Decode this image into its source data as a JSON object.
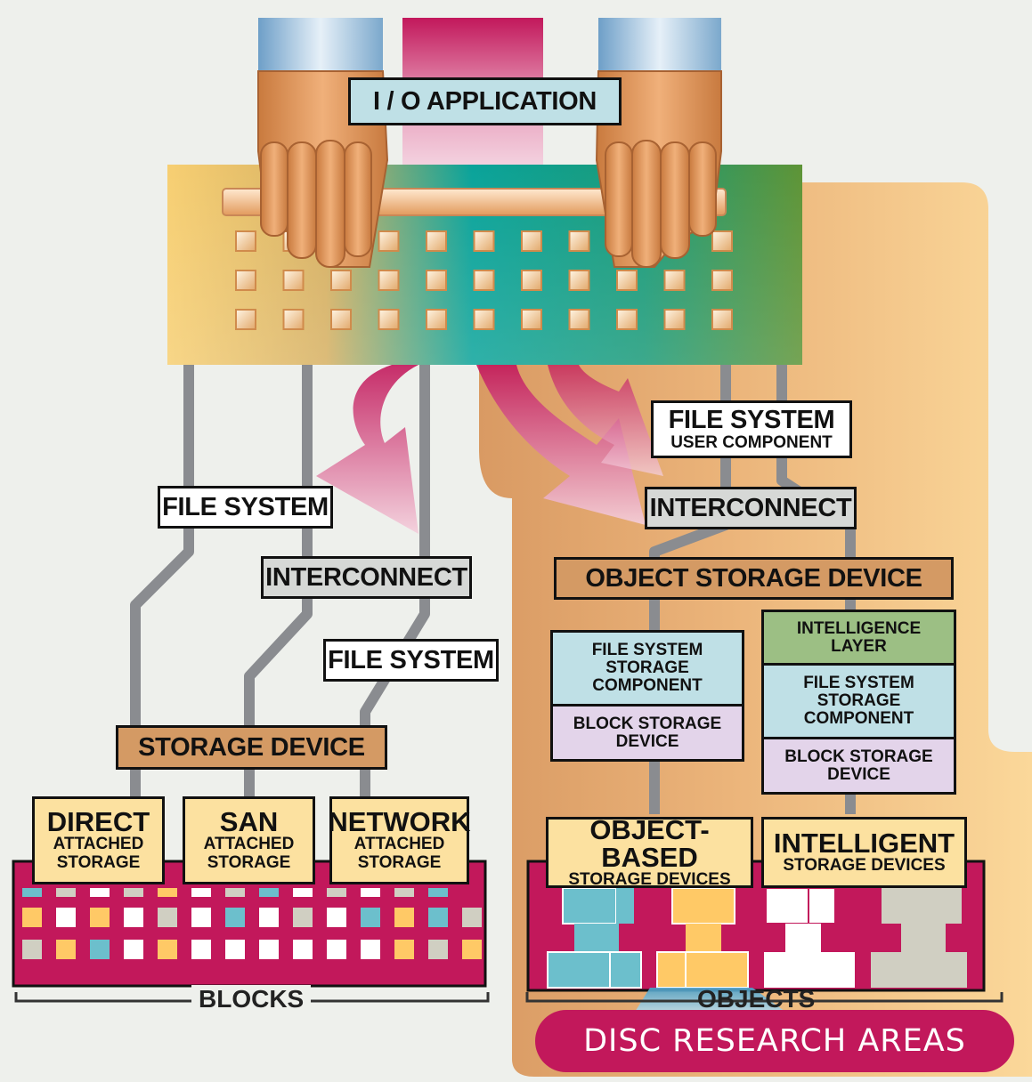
{
  "top_label": "I / O APPLICATION",
  "left": {
    "file_system_1": "FILE SYSTEM",
    "interconnect": "INTERCONNECT",
    "file_system_2": "FILE SYSTEM",
    "storage_device": "STORAGE DEVICE",
    "devices": [
      {
        "title": "DIRECT",
        "line2": "ATTACHED",
        "line3": "STORAGE"
      },
      {
        "title": "SAN",
        "line2": "ATTACHED",
        "line3": "STORAGE"
      },
      {
        "title": "NETWORK",
        "line2": "ATTACHED",
        "line3": "STORAGE"
      }
    ],
    "bracket_label": "BLOCKS"
  },
  "right": {
    "fs_user_title": "FILE SYSTEM",
    "fs_user_sub": "USER COMPONENT",
    "interconnect": "INTERCONNECT",
    "osd": "OBJECT STORAGE DEVICE",
    "fs_storage_component": "FILE SYSTEM STORAGE COMPONENT",
    "block_storage_device": "BLOCK STORAGE DEVICE",
    "intelligence_layer": "INTELLIGENCE LAYER",
    "fs_storage_component_2": "FILE SYSTEM STORAGE COMPONENT",
    "block_storage_device_2": "BLOCK STORAGE DEVICE",
    "object_based_title": "OBJECT-BASED",
    "object_based_sub": "STORAGE DEVICES",
    "intelligent_title": "INTELLIGENT",
    "intelligent_sub": "STORAGE DEVICES",
    "bracket_label": "OBJECTS"
  },
  "footer": "DISC RESEARCH AREAS",
  "colors": {
    "background": "#eef0ec",
    "magenta": "#c2185b",
    "orange_panel": "#dfa06c",
    "cyan_label": "#bfe0e6",
    "gray_wire": "#8a8c90"
  }
}
